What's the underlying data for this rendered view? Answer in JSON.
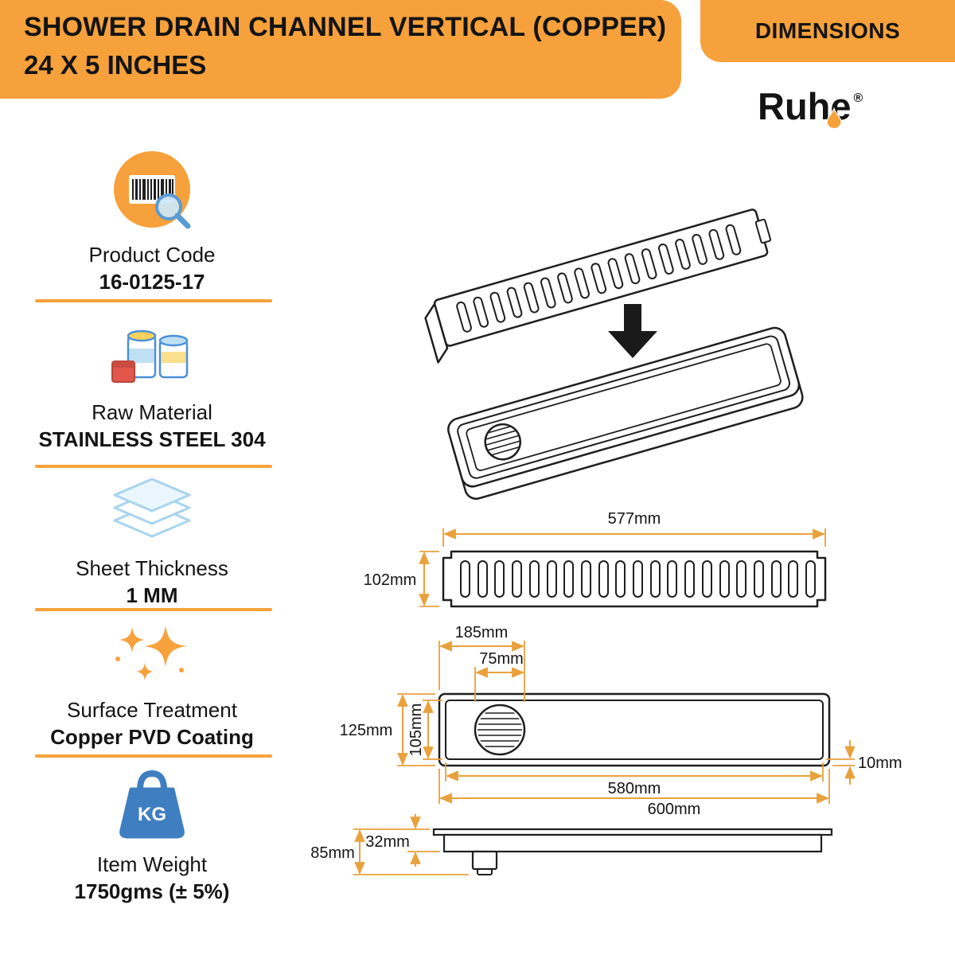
{
  "header": {
    "title": "SHOWER DRAIN CHANNEL VERTICAL (COPPER)",
    "subtitle": "24 X 5 INCHES",
    "dimensions_label": "DIMENSIONS",
    "brand": "Ruhe",
    "registered": "®"
  },
  "specs": [
    {
      "icon": "barcode-icon",
      "label": "Product Code",
      "value": "16-0125-17"
    },
    {
      "icon": "materials-icon",
      "label": "Raw Material",
      "value": "STAINLESS STEEL 304"
    },
    {
      "icon": "sheets-icon",
      "label": "Sheet Thickness",
      "value": "1 MM"
    },
    {
      "icon": "sparkle-icon",
      "label": "Surface Treatment",
      "value": "Copper PVD Coating"
    },
    {
      "icon": "weight-icon",
      "label": "Item Weight",
      "value": "1750gms (± 5%)"
    }
  ],
  "weight_icon": {
    "text": "KG"
  },
  "drawings": {
    "grate_top_view": {
      "length": "577mm",
      "width": "102mm"
    },
    "channel_top_view": {
      "drain_offset": "185mm",
      "drain_diameter": "75mm",
      "outer_width": "125mm",
      "inner_width": "105mm",
      "inner_length": "580mm",
      "outer_length": "600mm",
      "rim": "10mm"
    },
    "side_view": {
      "total_height": "85mm",
      "rim_height": "32mm"
    }
  },
  "colors": {
    "accent_orange": "#F6A13B",
    "dimension_orange": "#E8A13C",
    "icon_blue": "#3F7FC1",
    "light_blue": "#BFE0F2",
    "outline_black": "#1f1f1f"
  }
}
